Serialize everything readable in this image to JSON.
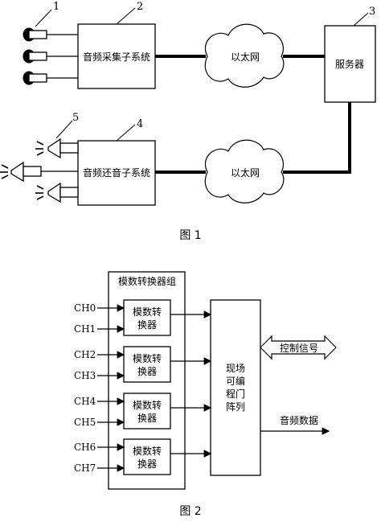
{
  "figure1": {
    "caption": "图 1",
    "callouts": [
      "1",
      "2",
      "3",
      "4",
      "5"
    ],
    "capture_subsystem": "音频采集子系统",
    "playback_subsystem": "音频还音子系统",
    "ethernet_top": "以太网",
    "ethernet_bottom": "以太网",
    "server": "服务器"
  },
  "figure2": {
    "caption": "图 2",
    "group_title": "模数转换器组",
    "channels": [
      "CH0",
      "CH1",
      "CH2",
      "CH3",
      "CH4",
      "CH5",
      "CH6",
      "CH7"
    ],
    "adc_label_line1": "模数转",
    "adc_label_line2": "换器",
    "fpga_lines": [
      "现场",
      "可编",
      "程门",
      "阵列"
    ],
    "control_signal": "控制信号",
    "audio_data": "音频数据"
  }
}
